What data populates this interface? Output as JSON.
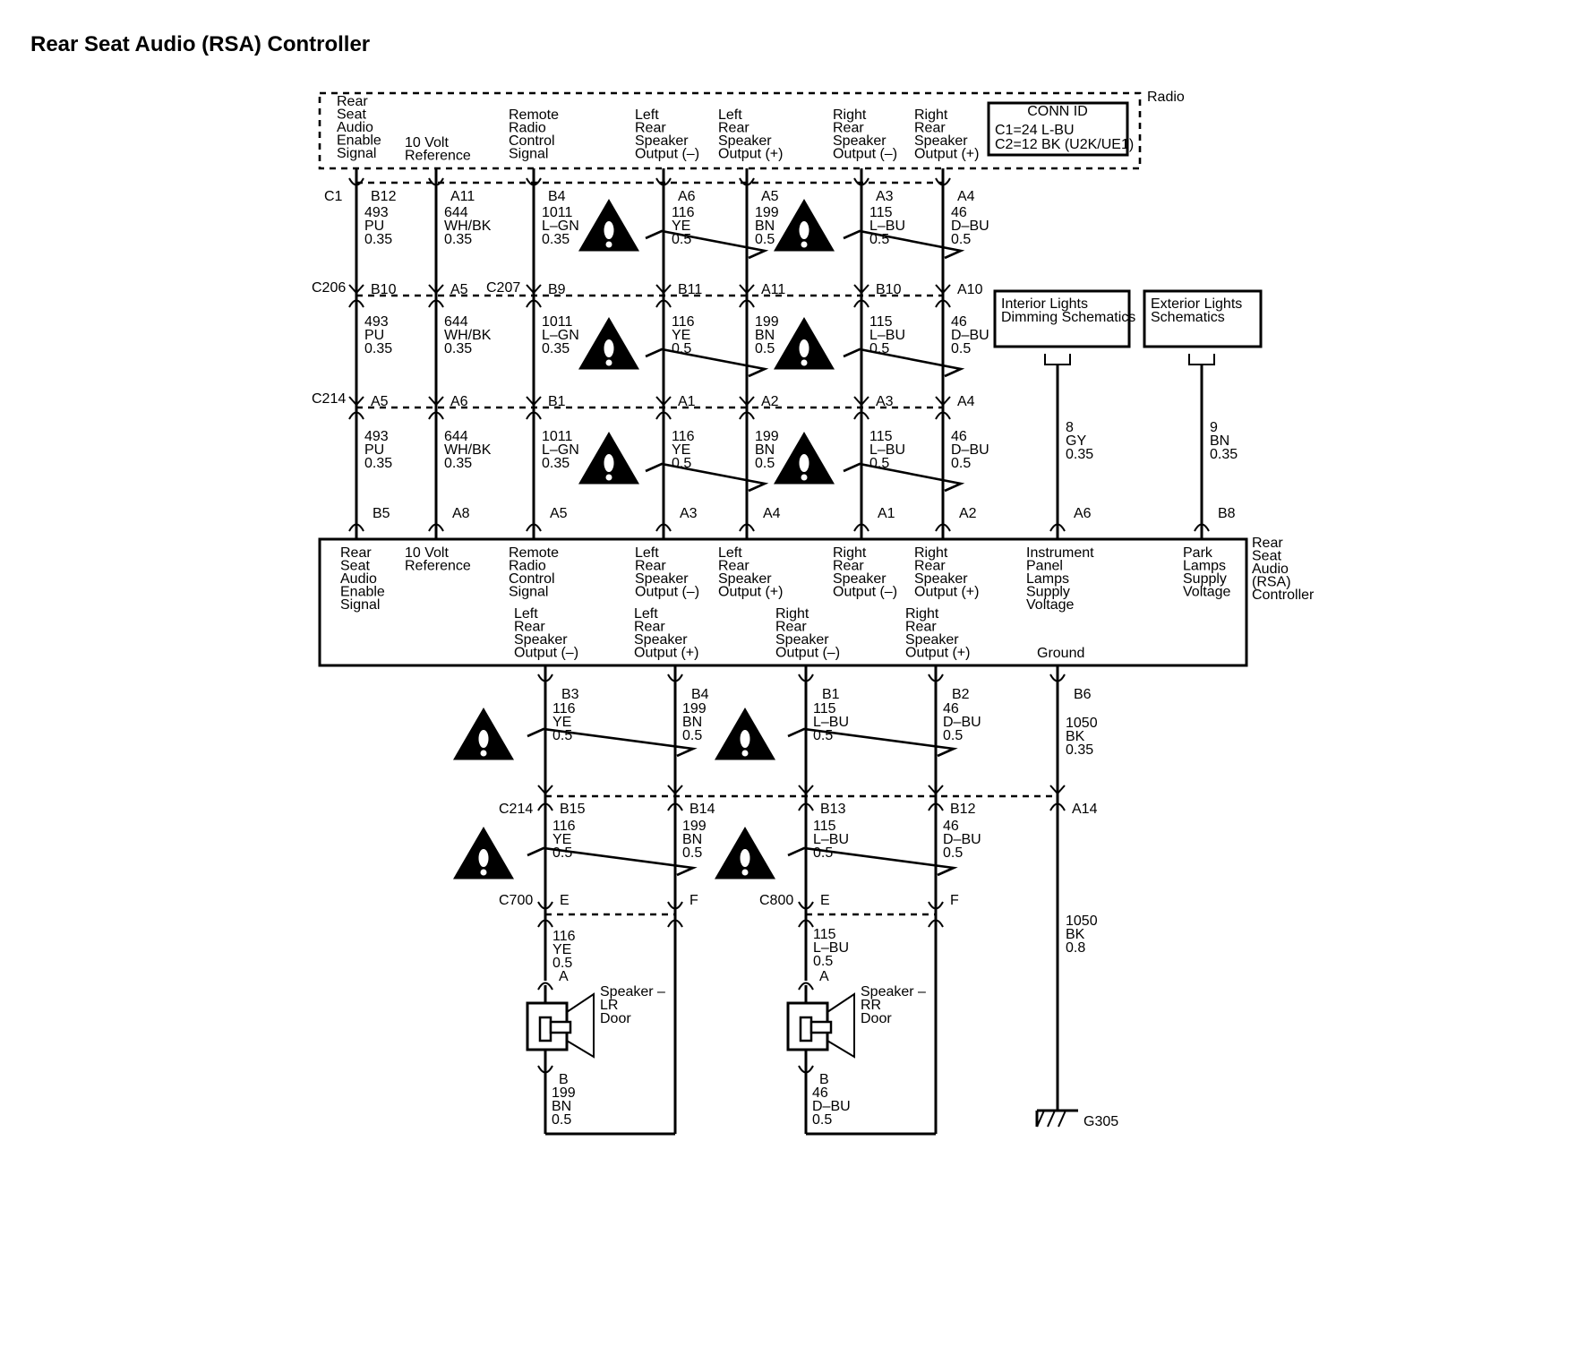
{
  "title": "Rear Seat Audio (RSA) Controller",
  "radio": {
    "label": "Radio",
    "conn_id": {
      "header": "CONN ID",
      "line1": "C1=24 L-BU",
      "line2": "C2=12 BK (U2K/UE1)"
    },
    "pins": [
      {
        "label": [
          "Rear",
          "Seat",
          "Audio",
          "Enable",
          "Signal"
        ],
        "pin": "B12"
      },
      {
        "label": [
          "10 Volt",
          "Reference"
        ],
        "pin": "A11"
      },
      {
        "label": [
          "Remote",
          "Radio",
          "Control",
          "Signal"
        ],
        "pin": "B4"
      },
      {
        "label": [
          "Left",
          "Rear",
          "Speaker",
          "Output (–)"
        ],
        "pin": "A6"
      },
      {
        "label": [
          "Left",
          "Rear",
          "Speaker",
          "Output (+)"
        ],
        "pin": "A5"
      },
      {
        "label": [
          "Right",
          "Rear",
          "Speaker",
          "Output (–)"
        ],
        "pin": "A3"
      },
      {
        "label": [
          "Right",
          "Rear",
          "Speaker",
          "Output (+)"
        ],
        "pin": "A4"
      }
    ],
    "connector": "C1"
  },
  "wires": [
    {
      "circuit": "493",
      "color": "PU",
      "size": "0.35"
    },
    {
      "circuit": "644",
      "color": "WH/BK",
      "size": "0.35"
    },
    {
      "circuit": "1011",
      "color": "L–GN",
      "size": "0.35"
    },
    {
      "circuit": "116",
      "color": "YE",
      "size": "0.5"
    },
    {
      "circuit": "199",
      "color": "BN",
      "size": "0.5"
    },
    {
      "circuit": "115",
      "color": "L–BU",
      "size": "0.5"
    },
    {
      "circuit": "46",
      "color": "D–BU",
      "size": "0.5"
    }
  ],
  "inline_row1": {
    "conn_a": "C206",
    "conn_b": "C207",
    "pins": [
      "B10",
      "A5",
      "B9",
      "B11",
      "A11",
      "B10",
      "A10"
    ]
  },
  "inline_row2": {
    "conn": "C214",
    "pins": [
      "A5",
      "A6",
      "B1",
      "A1",
      "A2",
      "A3",
      "A4"
    ]
  },
  "rsa_top_pins": [
    "B5",
    "A8",
    "A5",
    "A3",
    "A4",
    "A1",
    "A2",
    "A6",
    "B8"
  ],
  "interior_lights": {
    "label": [
      "Interior Lights",
      "Dimming Schematics"
    ],
    "wire": {
      "circuit": "8",
      "color": "GY",
      "size": "0.35"
    }
  },
  "exterior_lights": {
    "label": [
      "Exterior Lights",
      "Schematics"
    ],
    "wire": {
      "circuit": "9",
      "color": "BN",
      "size": "0.35"
    }
  },
  "rsa": {
    "label": [
      "Rear",
      "Seat",
      "Audio",
      "(RSA)",
      "Controller"
    ],
    "top_labels": [
      [
        "Rear",
        "Seat",
        "Audio",
        "Enable",
        "Signal"
      ],
      [
        "10 Volt",
        "Reference"
      ],
      [
        "Remote",
        "Radio",
        "Control",
        "Signal"
      ],
      [
        "Left",
        "Rear",
        "Speaker",
        "Output (–)"
      ],
      [
        "Left",
        "Rear",
        "Speaker",
        "Output (+)"
      ],
      [
        "Right",
        "Rear",
        "Speaker",
        "Output (–)"
      ],
      [
        "Right",
        "Rear",
        "Speaker",
        "Output (+)"
      ],
      [
        "Instrument",
        "Panel",
        "Lamps",
        "Supply",
        "Voltage"
      ],
      [
        "Park",
        "Lamps",
        "Supply",
        "Voltage"
      ]
    ],
    "bottom_labels": [
      [
        "Left",
        "Rear",
        "Speaker",
        "Output (–)"
      ],
      [
        "Left",
        "Rear",
        "Speaker",
        "Output (+)"
      ],
      [
        "Right",
        "Rear",
        "Speaker",
        "Output (–)"
      ],
      [
        "Right",
        "Rear",
        "Speaker",
        "Output (+)"
      ],
      [
        "Ground"
      ]
    ],
    "bottom_pins": [
      "B3",
      "B4",
      "B1",
      "B2",
      "B6"
    ]
  },
  "ground_wire": {
    "circuit": "1050",
    "color": "BK",
    "size": "0.35"
  },
  "lower_c214": {
    "conn": "C214",
    "pins": [
      "B15",
      "B14",
      "B13",
      "B12",
      "A14"
    ]
  },
  "c700": {
    "conn": "C700",
    "pin_a": "E",
    "pin_b": "F"
  },
  "c800": {
    "conn": "C800",
    "pin_a": "E",
    "pin_b": "F"
  },
  "ground_lower_wire": {
    "circuit": "1050",
    "color": "BK",
    "size": "0.8"
  },
  "ground_point": "G305",
  "speaker_lr": {
    "label": [
      "Speaker –",
      "LR",
      "Door"
    ],
    "pin_a": "A",
    "pin_b": "B"
  },
  "speaker_rr": {
    "label": [
      "Speaker –",
      "RR",
      "Door"
    ],
    "pin_a": "A",
    "pin_b": "B"
  }
}
